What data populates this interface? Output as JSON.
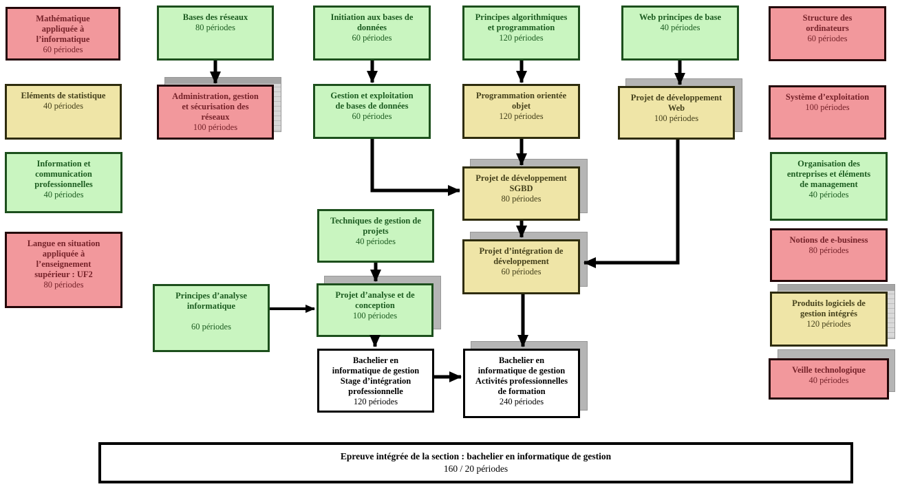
{
  "diagram": {
    "kind": "curriculum-flowchart",
    "language": "fr"
  },
  "palette": {
    "pink_fill": "#f2989c",
    "green_fill": "#c9f5c0",
    "yellow_fill": "#efe5a7",
    "white_fill": "#ffffff",
    "pink_text": "#76232a",
    "green_text": "#1d5c21",
    "yellow_text": "#45411c",
    "shadow_gray": "#b5b5b5",
    "arrow_black": "#000000"
  },
  "nodes": [
    {
      "id": "mathematique",
      "title": "Mathématique\nappliquée à\nl’informatique",
      "periods": "60 périodes",
      "color": "pink",
      "shadow": "none"
    },
    {
      "id": "elements-statistique",
      "title": "Eléments de statistique",
      "periods": "40 périodes",
      "color": "yellow",
      "shadow": "none"
    },
    {
      "id": "information-communication",
      "title": "Information et\ncommunication\nprofessionnelles",
      "periods": "40 périodes",
      "color": "green",
      "shadow": "none"
    },
    {
      "id": "langue-uf2",
      "title": "Langue en situation\nappliquée à\nl’enseignement\nsupérieur : UF2",
      "periods": "80 périodes",
      "color": "pink",
      "shadow": "none"
    },
    {
      "id": "bases-reseaux",
      "title": "Bases des réseaux",
      "periods": "80 périodes",
      "color": "green",
      "shadow": "none"
    },
    {
      "id": "administration-reseaux",
      "title": "Administration, gestion\net sécurisation des\nréseaux",
      "periods": "100 périodes",
      "color": "pink",
      "shadow": "lined"
    },
    {
      "id": "initiation-bd",
      "title": "Initiation aux bases de\ndonnées",
      "periods": "60 périodes",
      "color": "green",
      "shadow": "none"
    },
    {
      "id": "gestion-exploitation-bd",
      "title": "Gestion et exploitation\nde bases de données",
      "periods": "60 périodes",
      "color": "green",
      "shadow": "none"
    },
    {
      "id": "principes-algorithmiques",
      "title": "Principes algorithmiques\net programmation",
      "periods": "120 périodes",
      "color": "green",
      "shadow": "none"
    },
    {
      "id": "programmation-objet",
      "title": "Programmation orientée\nobjet",
      "periods": "120 périodes",
      "color": "yellow",
      "shadow": "none"
    },
    {
      "id": "web-principes",
      "title": "Web principes de base",
      "periods": "40 périodes",
      "color": "green",
      "shadow": "none"
    },
    {
      "id": "projet-dev-web",
      "title": "Projet de développement\nWeb",
      "periods": "100 périodes",
      "color": "yellow",
      "shadow": "plain"
    },
    {
      "id": "structure-ordinateurs",
      "title": "Structure des\nordinateurs",
      "periods": "60 périodes",
      "color": "pink",
      "shadow": "none"
    },
    {
      "id": "systeme-exploitation",
      "title": "Système d’exploitation",
      "periods": "100 périodes",
      "color": "pink",
      "shadow": "none"
    },
    {
      "id": "organisation-entreprises",
      "title": "Organisation des\nentreprises et éléments\nde management",
      "periods": "40 périodes",
      "color": "green",
      "shadow": "none"
    },
    {
      "id": "notions-ebusiness",
      "title": "Notions de e-business",
      "periods": "80 périodes",
      "color": "pink",
      "shadow": "none"
    },
    {
      "id": "produits-logiciels",
      "title": "Produits logiciels de\ngestion intégrés",
      "periods": "120 périodes",
      "color": "yellow",
      "shadow": "lined"
    },
    {
      "id": "veille-technologique",
      "title": "Veille technologique",
      "periods": "40 périodes",
      "color": "pink",
      "shadow": "plain"
    },
    {
      "id": "projet-dev-sgbd",
      "title": "Projet de développement\nSGBD",
      "periods": "80 périodes",
      "color": "yellow",
      "shadow": "plain"
    },
    {
      "id": "projet-integration",
      "title": "Projet d’intégration de\ndéveloppement",
      "periods": "60 périodes",
      "color": "yellow",
      "shadow": "plain"
    },
    {
      "id": "techniques-gestion-projets",
      "title": "Techniques de gestion de\nprojets",
      "periods": "40 périodes",
      "color": "green",
      "shadow": "none"
    },
    {
      "id": "principes-analyse",
      "title": "Principes d’analyse\ninformatique",
      "periods": "60 périodes",
      "color": "green",
      "shadow": "none"
    },
    {
      "id": "projet-analyse-conception",
      "title": "Projet d’analyse et de\nconception",
      "periods": "100 périodes",
      "color": "green",
      "shadow": "plain"
    },
    {
      "id": "stage-integration",
      "title": "Bachelier en\ninformatique de gestion\nStage d’intégration\nprofessionnelle",
      "periods": "120 périodes",
      "color": "white",
      "shadow": "none"
    },
    {
      "id": "activites-professionnelles",
      "title": "Bachelier en\ninformatique de gestion\nActivités professionnelles\nde formation",
      "periods": "240 périodes",
      "color": "white",
      "shadow": "plain"
    }
  ],
  "connections": [
    {
      "from": "bases-reseaux",
      "to": "administration-reseaux"
    },
    {
      "from": "initiation-bd",
      "to": "gestion-exploitation-bd"
    },
    {
      "from": "principes-algorithmiques",
      "to": "programmation-objet"
    },
    {
      "from": "web-principes",
      "to": "projet-dev-web"
    },
    {
      "from": "programmation-objet",
      "to": "projet-dev-sgbd"
    },
    {
      "from": "gestion-exploitation-bd",
      "to": "projet-dev-sgbd"
    },
    {
      "from": "projet-dev-sgbd",
      "to": "projet-integration"
    },
    {
      "from": "projet-dev-web",
      "to": "projet-integration"
    },
    {
      "from": "techniques-gestion-projets",
      "to": "projet-analyse-conception"
    },
    {
      "from": "principes-analyse",
      "to": "projet-analyse-conception"
    },
    {
      "from": "projet-analyse-conception",
      "to": "stage-integration"
    },
    {
      "from": "stage-integration",
      "to": "activites-professionnelles"
    },
    {
      "from": "projet-integration",
      "to": "activites-professionnelles"
    }
  ],
  "footer": {
    "title": "Epreuve intégrée de la section : bachelier en informatique de gestion",
    "periods": "160 / 20 périodes"
  }
}
